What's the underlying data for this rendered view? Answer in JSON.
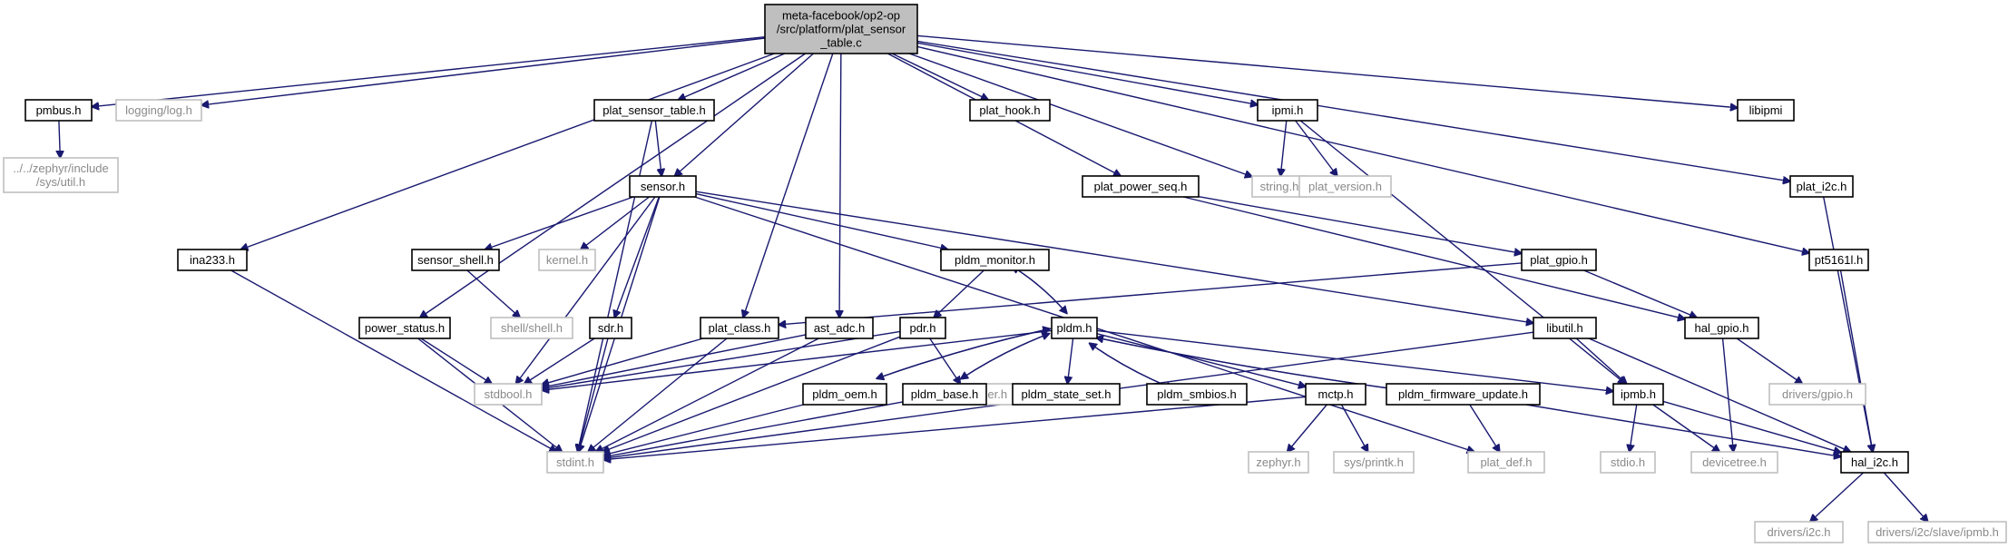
{
  "graph": {
    "title": "meta-facebook/op2-op/src/platform/plat_sensor_table.c",
    "edge_color": "#191970",
    "root_fill": "#bfbfbf",
    "documented_border": "#000000",
    "external_border": "#c0c0c0",
    "nodes": [
      {
        "id": "root",
        "label": [
          "meta-facebook/op2-op",
          "/src/platform/plat_sensor",
          "_table.c"
        ],
        "kind": "root"
      },
      {
        "id": "pmbus",
        "label": [
          "pmbus.h"
        ],
        "kind": "doc"
      },
      {
        "id": "log",
        "label": [
          "logging/log.h"
        ],
        "kind": "ext"
      },
      {
        "id": "sysutil",
        "label": [
          "../../zephyr/include",
          "/sys/util.h"
        ],
        "kind": "ext"
      },
      {
        "id": "ina233",
        "label": [
          "ina233.h"
        ],
        "kind": "doc"
      },
      {
        "id": "powerstatus",
        "label": [
          "power_status.h"
        ],
        "kind": "doc"
      },
      {
        "id": "platsensortable",
        "label": [
          "plat_sensor_table.h"
        ],
        "kind": "doc"
      },
      {
        "id": "sensor",
        "label": [
          "sensor.h"
        ],
        "kind": "doc"
      },
      {
        "id": "sensorshell",
        "label": [
          "sensor_shell.h"
        ],
        "kind": "doc"
      },
      {
        "id": "shell",
        "label": [
          "shell/shell.h"
        ],
        "kind": "ext"
      },
      {
        "id": "kernel",
        "label": [
          "kernel.h"
        ],
        "kind": "ext"
      },
      {
        "id": "sdr",
        "label": [
          "sdr.h"
        ],
        "kind": "doc"
      },
      {
        "id": "platclass",
        "label": [
          "plat_class.h"
        ],
        "kind": "doc"
      },
      {
        "id": "astadc",
        "label": [
          "ast_adc.h"
        ],
        "kind": "doc"
      },
      {
        "id": "pdr",
        "label": [
          "pdr.h"
        ],
        "kind": "doc"
      },
      {
        "id": "byteorder",
        "label": [
          "sys/byteorder.h"
        ],
        "kind": "ext"
      },
      {
        "id": "stdbool",
        "label": [
          "stdbool.h"
        ],
        "kind": "ext"
      },
      {
        "id": "stdint",
        "label": [
          "stdint.h"
        ],
        "kind": "ext"
      },
      {
        "id": "platvhook",
        "label": [
          "plat_hook.h"
        ],
        "kind": "doc"
      },
      {
        "id": "pldmmonitor",
        "label": [
          "pldm_monitor.h"
        ],
        "kind": "doc"
      },
      {
        "id": "pldm",
        "label": [
          "pldm.h"
        ],
        "kind": "doc"
      },
      {
        "id": "pldmoem",
        "label": [
          "pldm_oem.h"
        ],
        "kind": "doc"
      },
      {
        "id": "pldmbase",
        "label": [
          "pldm_base.h"
        ],
        "kind": "doc"
      },
      {
        "id": "pldmstateset",
        "label": [
          "pldm_state_set.h"
        ],
        "kind": "doc"
      },
      {
        "id": "pldmsmbios",
        "label": [
          "pldm_smbios.h"
        ],
        "kind": "doc"
      },
      {
        "id": "mctp",
        "label": [
          "mctp.h"
        ],
        "kind": "doc"
      },
      {
        "id": "zephyr",
        "label": [
          "zephyr.h"
        ],
        "kind": "ext"
      },
      {
        "id": "printk",
        "label": [
          "sys/printk.h"
        ],
        "kind": "ext"
      },
      {
        "id": "pldmfw",
        "label": [
          "pldm_firmware_update.h"
        ],
        "kind": "doc"
      },
      {
        "id": "platdef",
        "label": [
          "plat_def.h"
        ],
        "kind": "ext"
      },
      {
        "id": "ipmi",
        "label": [
          "ipmi.h"
        ],
        "kind": "doc"
      },
      {
        "id": "stringh",
        "label": [
          "string.h"
        ],
        "kind": "ext"
      },
      {
        "id": "platversion",
        "label": [
          "plat_version.h"
        ],
        "kind": "ext"
      },
      {
        "id": "platpowerseq",
        "label": [
          "plat_power_seq.h"
        ],
        "kind": "doc"
      },
      {
        "id": "platgpio",
        "label": [
          "plat_gpio.h"
        ],
        "kind": "doc"
      },
      {
        "id": "libutil",
        "label": [
          "libutil.h"
        ],
        "kind": "doc"
      },
      {
        "id": "ipmb",
        "label": [
          "ipmb.h"
        ],
        "kind": "doc"
      },
      {
        "id": "stdio",
        "label": [
          "stdio.h"
        ],
        "kind": "ext"
      },
      {
        "id": "devicetree",
        "label": [
          "devicetree.h"
        ],
        "kind": "ext"
      },
      {
        "id": "halgpio",
        "label": [
          "hal_gpio.h"
        ],
        "kind": "doc"
      },
      {
        "id": "driversgpio",
        "label": [
          "drivers/gpio.h"
        ],
        "kind": "ext"
      },
      {
        "id": "libipmi",
        "label": [
          "libipmi"
        ],
        "kind": "doc"
      },
      {
        "id": "plati2c",
        "label": [
          "plat_i2c.h"
        ],
        "kind": "doc"
      },
      {
        "id": "pt5161l",
        "label": [
          "pt5161l.h"
        ],
        "kind": "doc"
      },
      {
        "id": "hali2c",
        "label": [
          "hal_i2c.h"
        ],
        "kind": "doc"
      },
      {
        "id": "driversi2c",
        "label": [
          "drivers/i2c.h"
        ],
        "kind": "ext"
      },
      {
        "id": "i2cslaveipmb",
        "label": [
          "drivers/i2c/slave/ipmb.h"
        ],
        "kind": "ext"
      }
    ],
    "edges": [
      [
        "root",
        "pmbus"
      ],
      [
        "root",
        "log"
      ],
      [
        "root",
        "ina233"
      ],
      [
        "root",
        "powerstatus"
      ],
      [
        "root",
        "platsensortable"
      ],
      [
        "root",
        "sensor"
      ],
      [
        "root",
        "platclass"
      ],
      [
        "root",
        "astadc"
      ],
      [
        "root",
        "platvhook"
      ],
      [
        "root",
        "stringh"
      ],
      [
        "root",
        "ipmi"
      ],
      [
        "root",
        "platpowerseq"
      ],
      [
        "root",
        "libipmi"
      ],
      [
        "root",
        "plati2c"
      ],
      [
        "root",
        "pt5161l"
      ],
      [
        "pmbus",
        "sysutil"
      ],
      [
        "ina233",
        "stdint"
      ],
      [
        "powerstatus",
        "stdbool"
      ],
      [
        "powerstatus",
        "stdint"
      ],
      [
        "platsensortable",
        "sensor"
      ],
      [
        "platsensortable",
        "stdint"
      ],
      [
        "sensor",
        "sensorshell"
      ],
      [
        "sensor",
        "kernel"
      ],
      [
        "sensor",
        "sdr"
      ],
      [
        "sensor",
        "stdbool"
      ],
      [
        "sensor",
        "stdint"
      ],
      [
        "sensor",
        "pldmmonitor"
      ],
      [
        "sensor",
        "platdef"
      ],
      [
        "sensor",
        "libutil"
      ],
      [
        "sensorshell",
        "shell"
      ],
      [
        "sdr",
        "stdbool"
      ],
      [
        "sdr",
        "stdint"
      ],
      [
        "platclass",
        "stdbool"
      ],
      [
        "platclass",
        "stdint"
      ],
      [
        "astadc",
        "stdbool"
      ],
      [
        "astadc",
        "stdint"
      ],
      [
        "pldmmonitor",
        "pdr"
      ],
      [
        "pldmmonitor",
        "pldm"
      ],
      [
        "pdr",
        "byteorder"
      ],
      [
        "pdr",
        "stdbool"
      ],
      [
        "pdr",
        "stdint"
      ],
      [
        "pldm",
        "pldmmonitor"
      ],
      [
        "pldm",
        "pldmoem"
      ],
      [
        "pldm",
        "pldmbase"
      ],
      [
        "pldm",
        "pldmstateset"
      ],
      [
        "pldm",
        "pldmsmbios"
      ],
      [
        "pldm",
        "mctp"
      ],
      [
        "pldm",
        "pldmfw"
      ],
      [
        "pldm",
        "stdbool"
      ],
      [
        "pldm",
        "ipmb"
      ],
      [
        "pldmoem",
        "pldm"
      ],
      [
        "pldmoem",
        "stdint"
      ],
      [
        "pldmbase",
        "pldm"
      ],
      [
        "pldmbase",
        "stdint"
      ],
      [
        "pldmsmbios",
        "pldm"
      ],
      [
        "pldmfw",
        "pldm"
      ],
      [
        "pldmfw",
        "platdef"
      ],
      [
        "pldmfw",
        "hali2c"
      ],
      [
        "mctp",
        "zephyr"
      ],
      [
        "mctp",
        "printk"
      ],
      [
        "mctp",
        "stdint"
      ],
      [
        "ipmi",
        "stringh"
      ],
      [
        "ipmi",
        "platversion"
      ],
      [
        "ipmi",
        "ipmb"
      ],
      [
        "platpowerseq",
        "platgpio"
      ],
      [
        "platpowerseq",
        "halgpio"
      ],
      [
        "platgpio",
        "platclass"
      ],
      [
        "platgpio",
        "halgpio"
      ],
      [
        "libutil",
        "stdint"
      ],
      [
        "libutil",
        "ipmb"
      ],
      [
        "libutil",
        "hali2c"
      ],
      [
        "ipmb",
        "stdio"
      ],
      [
        "ipmb",
        "devicetree"
      ],
      [
        "ipmb",
        "hali2c"
      ],
      [
        "halgpio",
        "driversgpio"
      ],
      [
        "halgpio",
        "devicetree"
      ],
      [
        "plati2c",
        "hali2c"
      ],
      [
        "pt5161l",
        "hali2c"
      ],
      [
        "hali2c",
        "driversi2c"
      ],
      [
        "hali2c",
        "i2cslaveipmb"
      ]
    ]
  }
}
